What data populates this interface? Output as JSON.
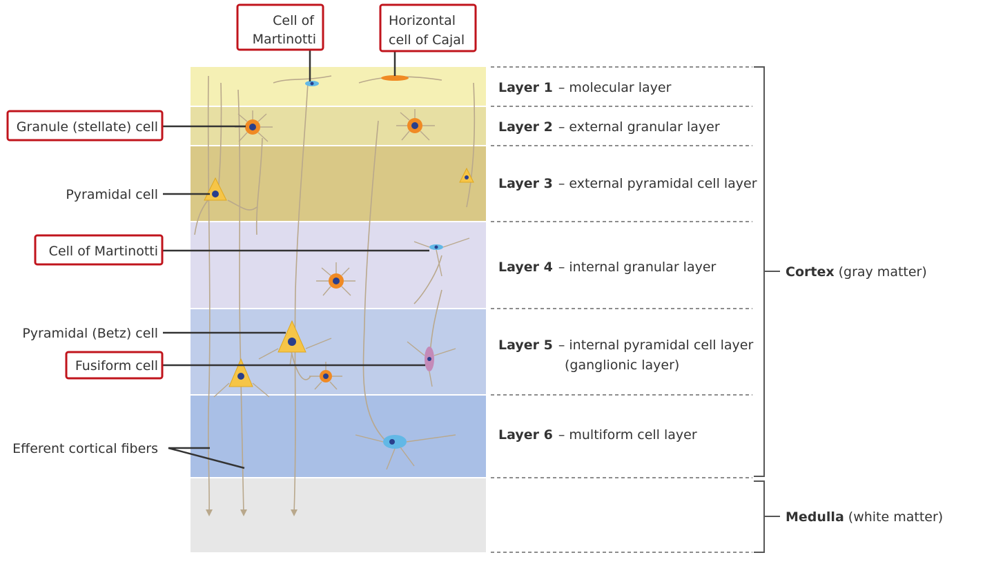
{
  "labels": {
    "cell_martinotti_top_1": "Cell of",
    "cell_martinotti_top_2": "Martinotti",
    "horizontal_cajal_1": "Horizontal",
    "horizontal_cajal_2": "cell of Cajal",
    "granule": "Granule (stellate) cell",
    "pyramidal": "Pyramidal cell",
    "martinotti": "Cell of Martinotti",
    "betz": "Pyramidal (Betz) cell",
    "fusiform": "Fusiform cell",
    "efferent": "Efferent cortical fibers"
  },
  "layers": [
    {
      "name": "Layer 1",
      "desc": "– molecular layer",
      "color": "#f5f0b4"
    },
    {
      "name": "Layer 2",
      "desc": "– external granular layer",
      "color": "#e7dfa3"
    },
    {
      "name": "Layer 3",
      "desc": "– external pyramidal cell layer",
      "color": "#d9c886"
    },
    {
      "name": "Layer 4",
      "desc": "– internal granular layer",
      "color": "#dedcef"
    },
    {
      "name": "Layer 5",
      "desc": "– internal pyramidal cell layer",
      "desc2": "(ganglionic layer)",
      "color": "#bfcdea"
    },
    {
      "name": "Layer 6",
      "desc": "– multiform cell layer",
      "color": "#a9bfe6"
    }
  ],
  "medulla_color": "#e7e7e7",
  "cortex": {
    "bold": "Cortex",
    "rest": "(gray matter)"
  },
  "medulla": {
    "bold": "Medulla",
    "rest": "(white matter)"
  },
  "colors": {
    "highlight_box": "#c0141c",
    "leader": "#333333",
    "fiber": "#b9a88c",
    "cell_orange": "#f08a24",
    "cell_yellow": "#f6c547",
    "cell_blue": "#62b8e6",
    "cell_purple": "#c48ab8",
    "nucleus": "#2a3f8c"
  }
}
